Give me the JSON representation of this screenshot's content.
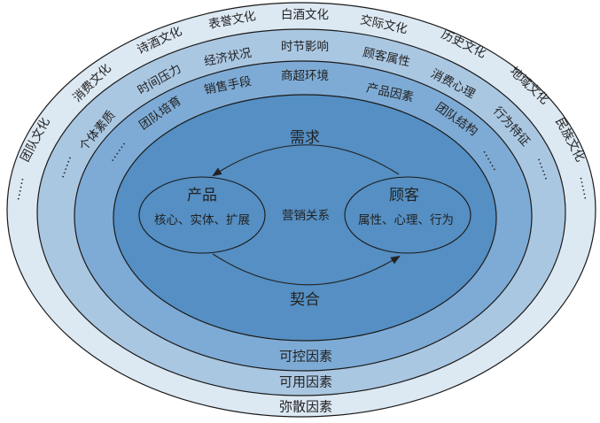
{
  "colors": {
    "outer": "#dce8f2",
    "second": "#aac7e2",
    "third": "#7eabd5",
    "core": "#558fc3",
    "stroke": "#1a1a1a"
  },
  "outer_ring": {
    "labels": [
      "团队文化",
      "消费文化",
      "诗酒文化",
      "表誉文化",
      "白酒文化",
      "交际文化",
      "历史文化",
      "地域文化",
      "民族文化"
    ],
    "ellipsis": "……",
    "caption": "弥散因素"
  },
  "second_ring": {
    "labels": [
      "个体素质",
      "时间压力",
      "经济状况",
      "时节影响",
      "顾客属性",
      "消费心理",
      "行为特征"
    ],
    "ellipsis": "……",
    "caption": "可用因素"
  },
  "third_ring": {
    "labels": [
      "团队培育",
      "销售手段",
      "商超环境",
      "产品因素",
      "团队结构"
    ],
    "ellipsis": "……",
    "caption": "可控因素"
  },
  "core": {
    "demand": "需求",
    "relation": "营销关系",
    "fit": "契合",
    "product": {
      "title": "产品",
      "detail": "核心、实体、扩展"
    },
    "customer": {
      "title": "顾客",
      "detail": "属性、心理、行为"
    }
  }
}
